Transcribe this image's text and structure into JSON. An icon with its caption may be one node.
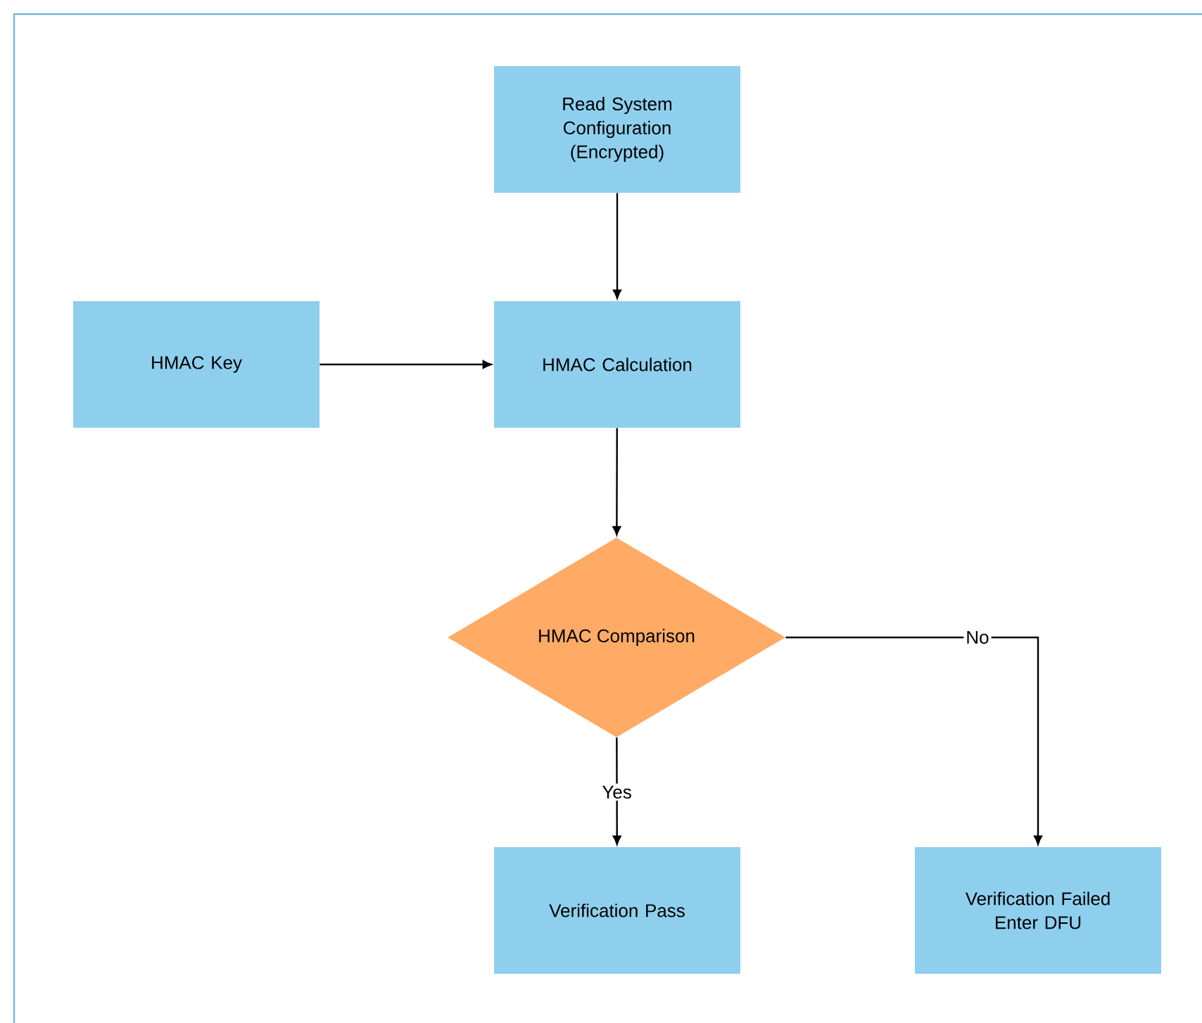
{
  "diagram": {
    "nodes": [
      {
        "text": [
          "Read System Configuration (Encrypted)"
        ]
      },
      {
        "text": [
          "HMAC Key"
        ]
      },
      {
        "text": [
          "HMAC Calculation"
        ]
      },
      {
        "text": [
          "HMAC Comparison"
        ]
      },
      {
        "text": [
          "Verification Pass"
        ]
      },
      {
        "text": [
          "Verification Failed Enter DFU"
        ]
      }
    ],
    "edges": [
      {
        "from": 0,
        "to": 2,
        "arrow": "to"
      },
      {
        "from": 1,
        "to": 2,
        "arrow": "to"
      },
      {
        "from": 2,
        "to": 3,
        "arrow": "to"
      },
      {
        "from": 3,
        "to": 4,
        "arrow": "to",
        "label": "Yes"
      },
      {
        "from": 3,
        "to": 5,
        "arrow": "to",
        "label": "No"
      }
    ]
  }
}
